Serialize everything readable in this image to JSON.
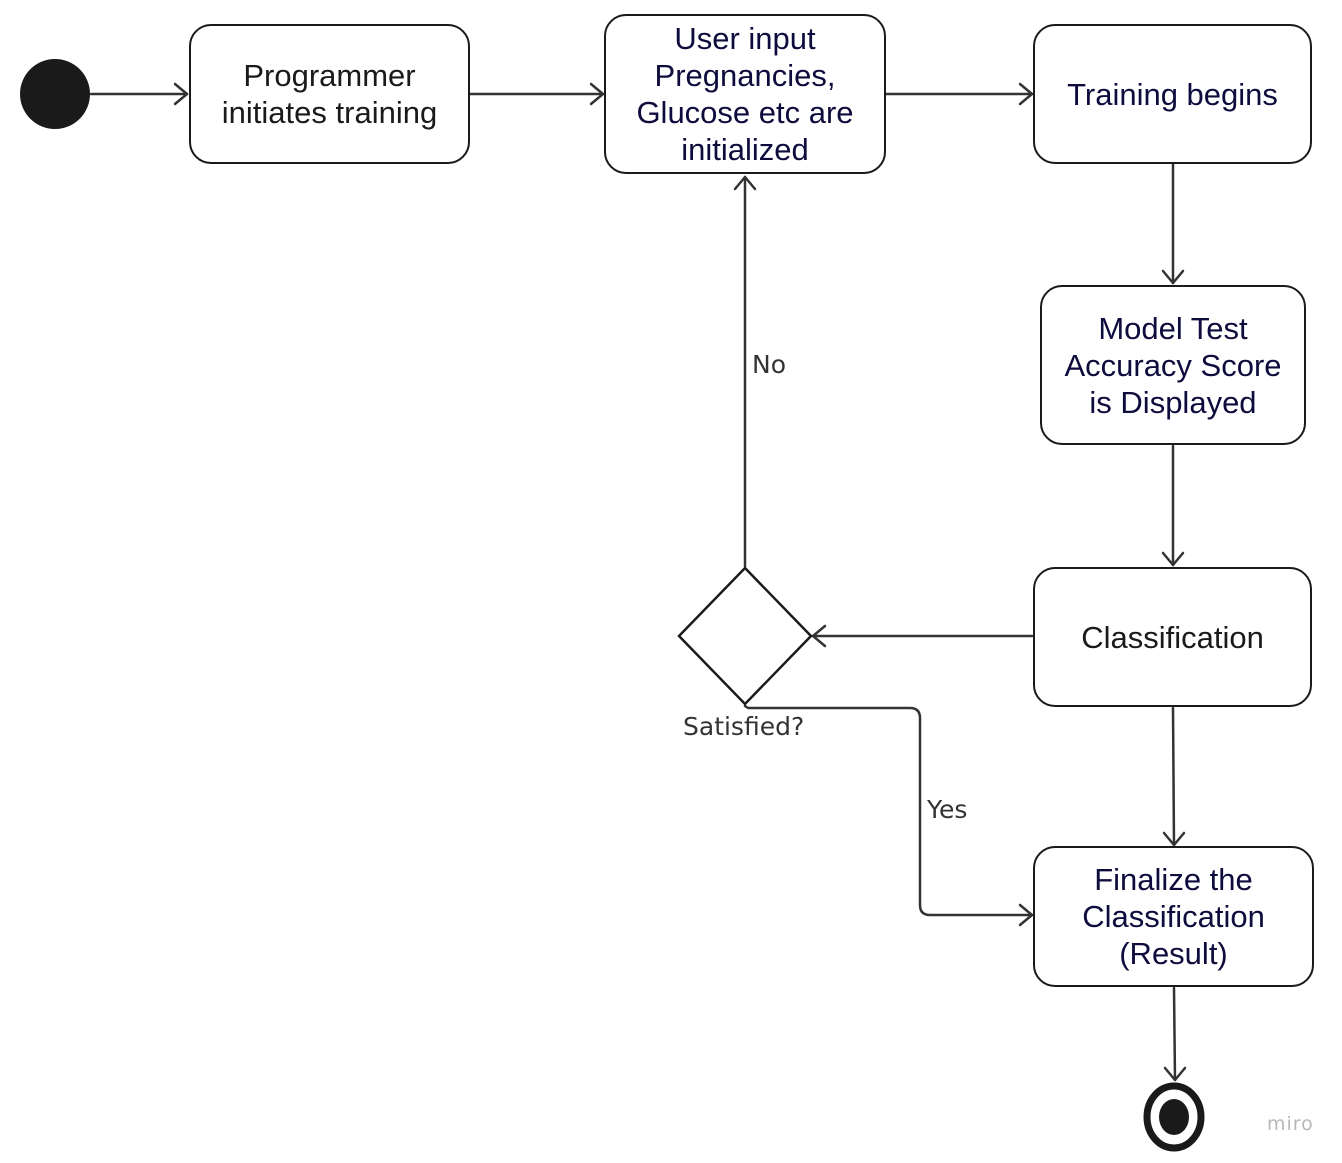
{
  "nodes": {
    "programmer": "Programmer\ninitiates training",
    "user_input": "User input\nPregnancies,\nGlucose etc are\ninitialized",
    "training": "Training begins",
    "model_test": "Model Test\nAccuracy Score\nis Displayed",
    "classification": "Classification",
    "finalize": "Finalize the\nClassification\n(Result)"
  },
  "decision": {
    "label": "Satisfied?",
    "no_label": "No",
    "yes_label": "Yes"
  },
  "watermark": "miro",
  "colors": {
    "stroke": "#1a1a1a",
    "text_dark": "#1a1a1a",
    "text_navy": "#0e0b3d",
    "label_text": "#333333",
    "watermark": "#b8b8b8"
  }
}
